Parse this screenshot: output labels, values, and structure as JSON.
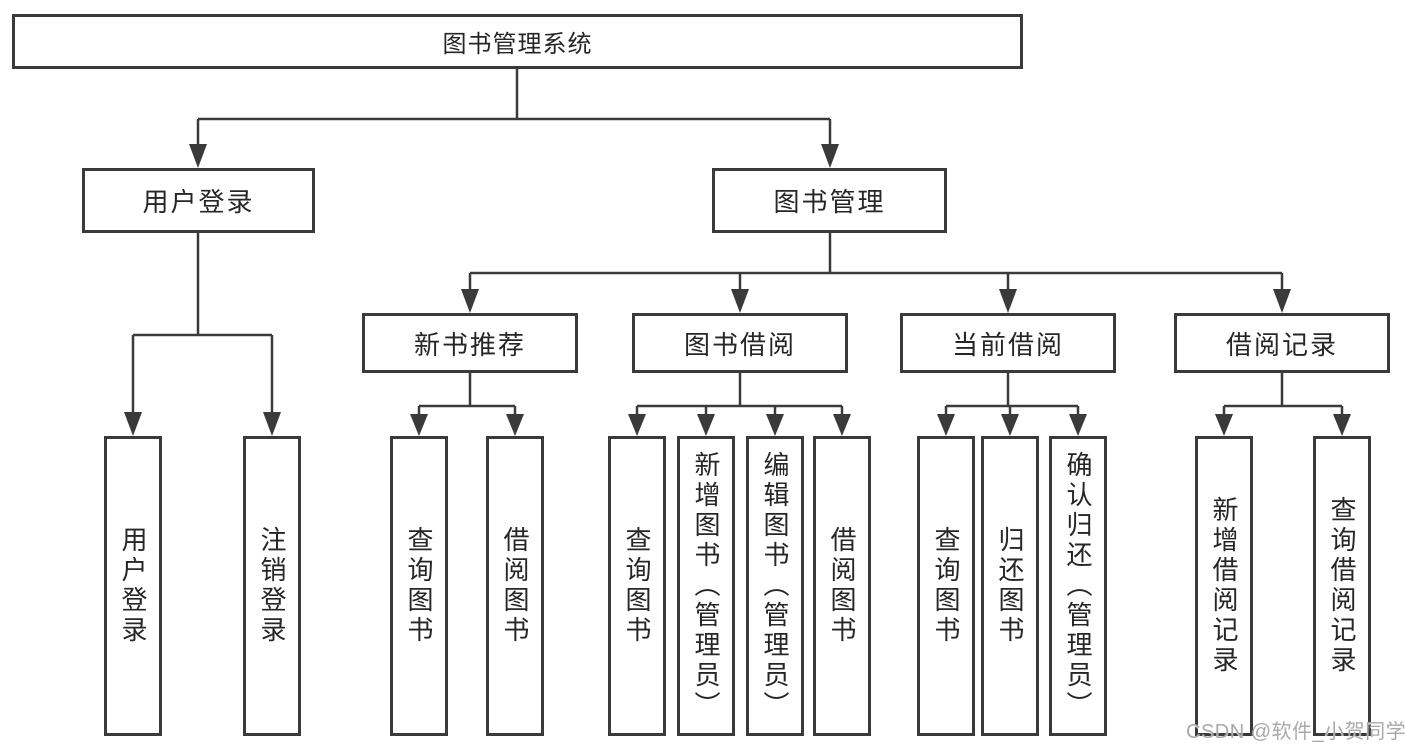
{
  "nodes": {
    "root": "图书管理系统",
    "login_branch": "用户登录",
    "mgmt_branch": "图书管理",
    "l3": {
      "recommend": "新书推荐",
      "borrow": "图书借阅",
      "current": "当前借阅",
      "records": "借阅记录"
    },
    "leaves": {
      "login": "用户登录",
      "logout": "注销登录",
      "rec_query": "查询图书",
      "rec_borrow": "借阅图书",
      "bor_query": "查询图书",
      "bor_add": "新增图书（管理员）",
      "bor_edit": "编辑图书（管理员）",
      "bor_borrow": "借阅图书",
      "cur_query": "查询图书",
      "cur_return": "归还图书",
      "cur_confirm": "确认归还（管理员）",
      "br_add": "新增借阅记录",
      "br_query": "查询借阅记录"
    }
  },
  "watermark": "CSDN @软件_小贺同学",
  "colors": {
    "line": "#3a3a3a",
    "text": "#262626",
    "watermark": "#a9a9a9",
    "background": "#ffffff"
  }
}
